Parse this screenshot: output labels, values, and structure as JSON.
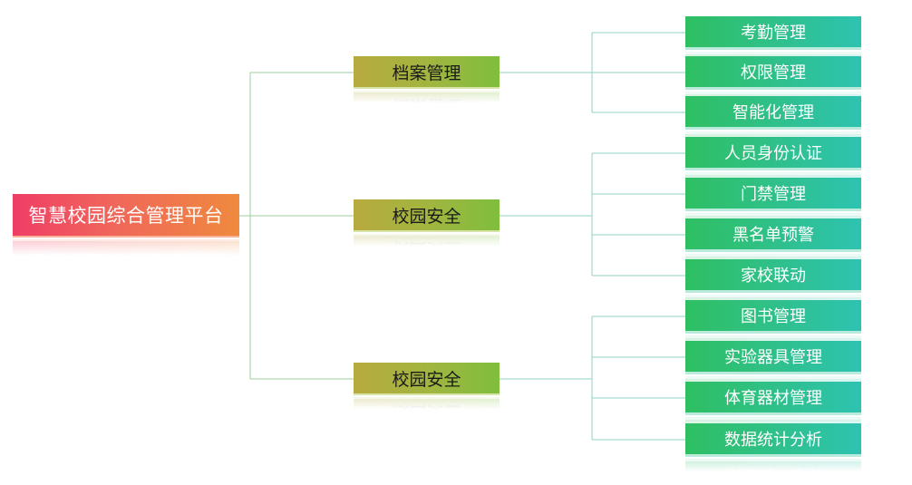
{
  "root": {
    "label": "智慧校园综合管理平台"
  },
  "branches": [
    {
      "label": "档案管理",
      "children": [
        "考勤管理",
        "权限管理",
        "智能化管理"
      ]
    },
    {
      "label": "校园安全",
      "children": [
        "人员身份认证",
        "门禁管理",
        "黑名单预警",
        "家校联动"
      ]
    },
    {
      "label": "校园安全",
      "children": [
        "图书管理",
        "实验器具管理",
        "体育器材管理",
        "数据统计分析"
      ]
    }
  ],
  "colors": {
    "root_gradient": [
      "#ef3d66",
      "#ef8a3e"
    ],
    "branch_gradient": [
      "#b8aa3f",
      "#7fbe3e"
    ],
    "leaf_gradient": [
      "#2fbf62",
      "#2ec3b1"
    ],
    "connector": "#9ccf9e"
  }
}
